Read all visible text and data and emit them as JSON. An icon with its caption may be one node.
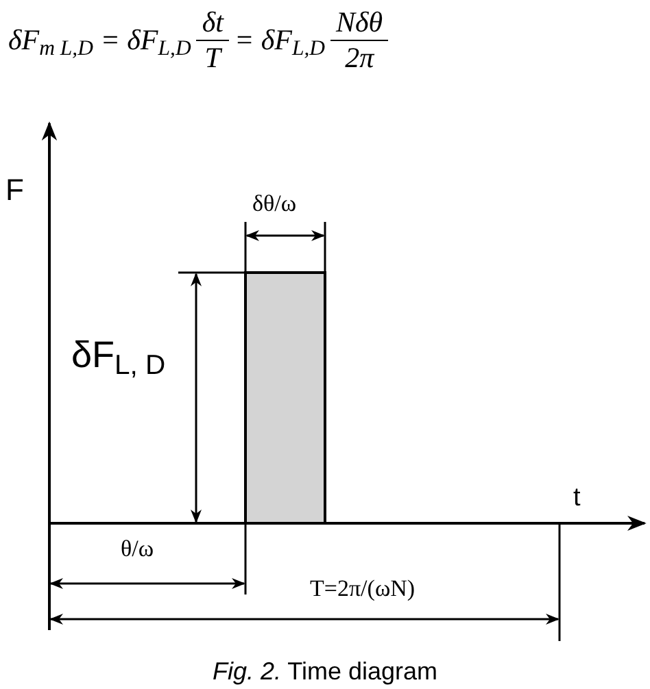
{
  "diagram": {
    "caption": "*Fig. 2.* Time diagram",
    "nodes": [
      {
        "text": [],
        "shape": "bar"
      }
    ],
    "labels": [
      "δF$_{m L,D}$ = δF$_{L,D}$",
      "δt",
      "T",
      "= δF$_{L,D}$",
      "Nδθ",
      "2π",
      "F",
      "t",
      "δθ/ω",
      "δF$_{L, D}$",
      "θ/ω",
      "T=2π/(ωN)"
    ]
  }
}
